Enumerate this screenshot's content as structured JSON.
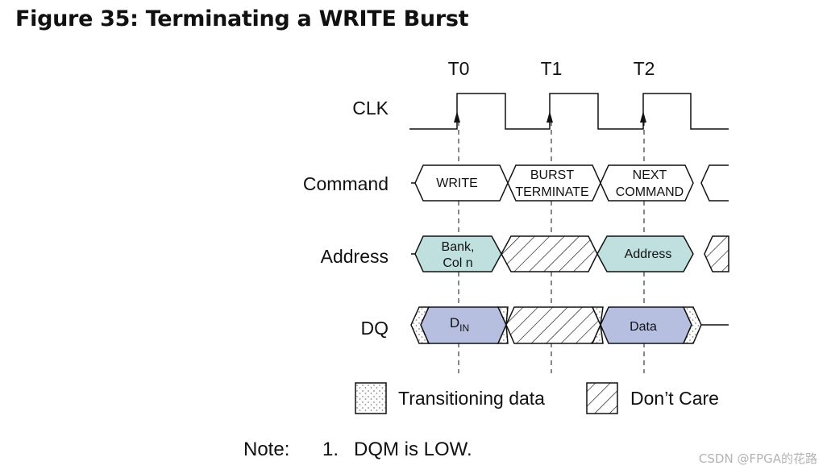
{
  "figure": {
    "title": "Figure 35: Terminating a WRITE Burst"
  },
  "timing": {
    "ticks": [
      "T0",
      "T1",
      "T2"
    ],
    "signals": {
      "clk": "CLK",
      "command": "Command",
      "address": "Address",
      "dq": "DQ"
    },
    "command_cells": {
      "write": "WRITE",
      "burst_terminate_1": "BURST",
      "burst_terminate_2": "TERMINATE",
      "next_command_1": "NEXT",
      "next_command_2": "COMMAND"
    },
    "address_cells": {
      "bank_1": "Bank,",
      "bank_2": "Col n",
      "address": "Address"
    },
    "dq_cells": {
      "din_main": "D",
      "din_sub": "IN",
      "data": "Data"
    }
  },
  "legend": {
    "transitioning": "Transitioning data",
    "dont_care": "Don’t Care"
  },
  "note": {
    "label": "Note:",
    "number": "1.",
    "text": "DQM is LOW."
  },
  "watermark": "CSDN @FPGA的花路",
  "colors": {
    "address_fill": "#bfe0de",
    "dq_fill": "#b7bfe0",
    "stroke": "#111111",
    "dots": "#8a8a8a"
  }
}
